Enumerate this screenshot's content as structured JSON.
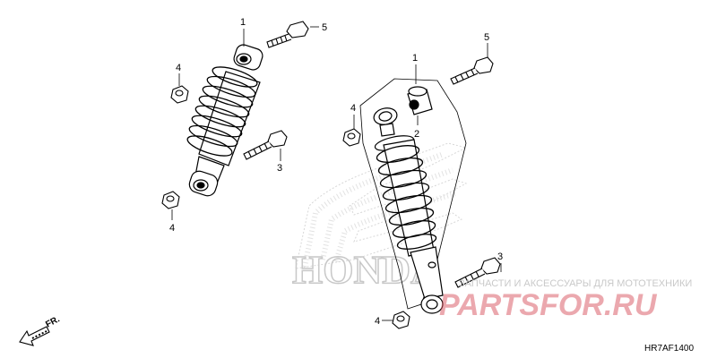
{
  "callouts": {
    "left_damper": "1",
    "left_bolt": "5",
    "left_nut_top": "4",
    "left_bolt_lower": "3",
    "left_nut_bottom": "4",
    "right_damper": "1",
    "right_bolt_top": "5",
    "right_bushing": "2",
    "right_nut_top": "4",
    "right_bolt_lower": "3",
    "right_nut_bottom": "4"
  },
  "watermark": {
    "honda": "HONDA",
    "tagline": "ЗАПЧАСТИ И АКСЕССУАРЫ ДЛЯ МОТОТЕХНИКИ",
    "brand": "PARTSFOR.RU",
    "brand_color": "#d9545f"
  },
  "direction": "FR.",
  "diagram_code": "HR7AF1400"
}
